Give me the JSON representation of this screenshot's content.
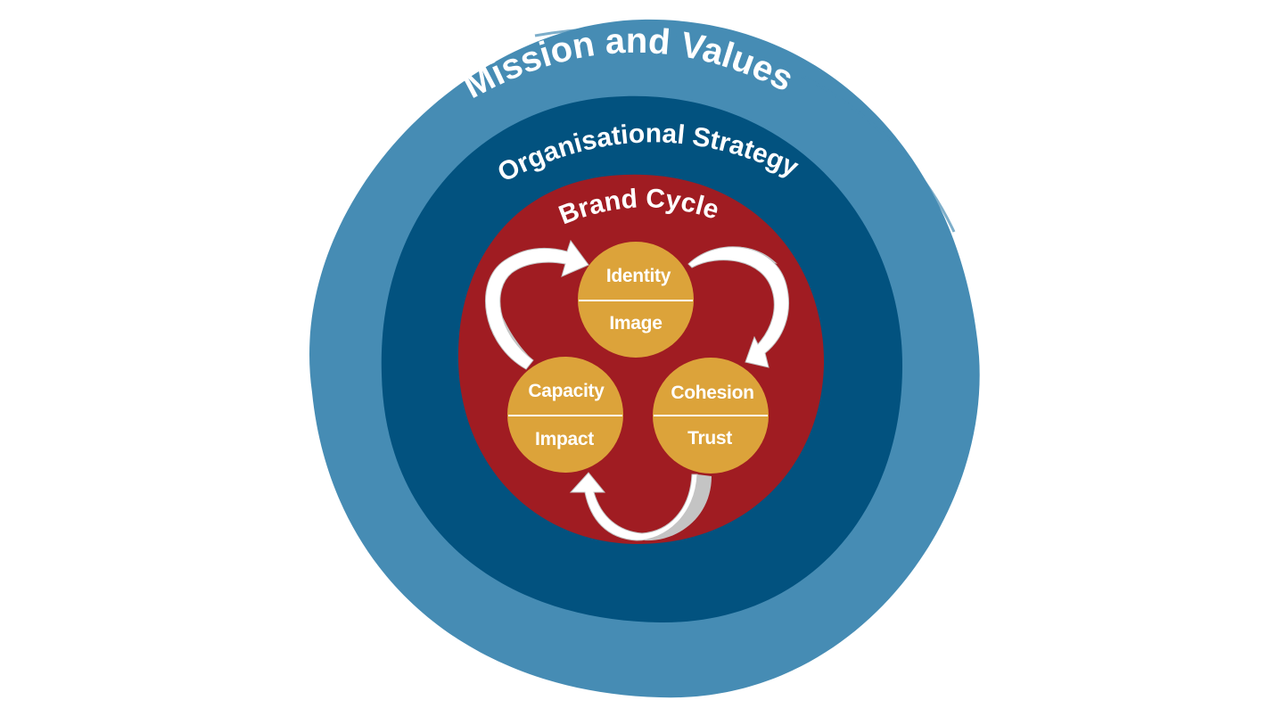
{
  "colors": {
    "outer_ring": "#468cb4",
    "middle_ring": "#02527f",
    "inner_circle": "#a01c22",
    "node": "#dca33a",
    "text": "#ffffff",
    "arrow_light": "#ffffff",
    "arrow_shade": "#c4c4c4"
  },
  "rings": {
    "outer": {
      "label": "Mission and Values"
    },
    "middle": {
      "label": "Organisational Strategy"
    },
    "inner": {
      "label": "Brand Cycle"
    }
  },
  "nodes": [
    {
      "id": "identity-image",
      "top": "Identity",
      "bottom": "Image"
    },
    {
      "id": "cohesion-trust",
      "top": "Cohesion",
      "bottom": "Trust"
    },
    {
      "id": "capacity-impact",
      "top": "Capacity",
      "bottom": "Impact"
    }
  ]
}
